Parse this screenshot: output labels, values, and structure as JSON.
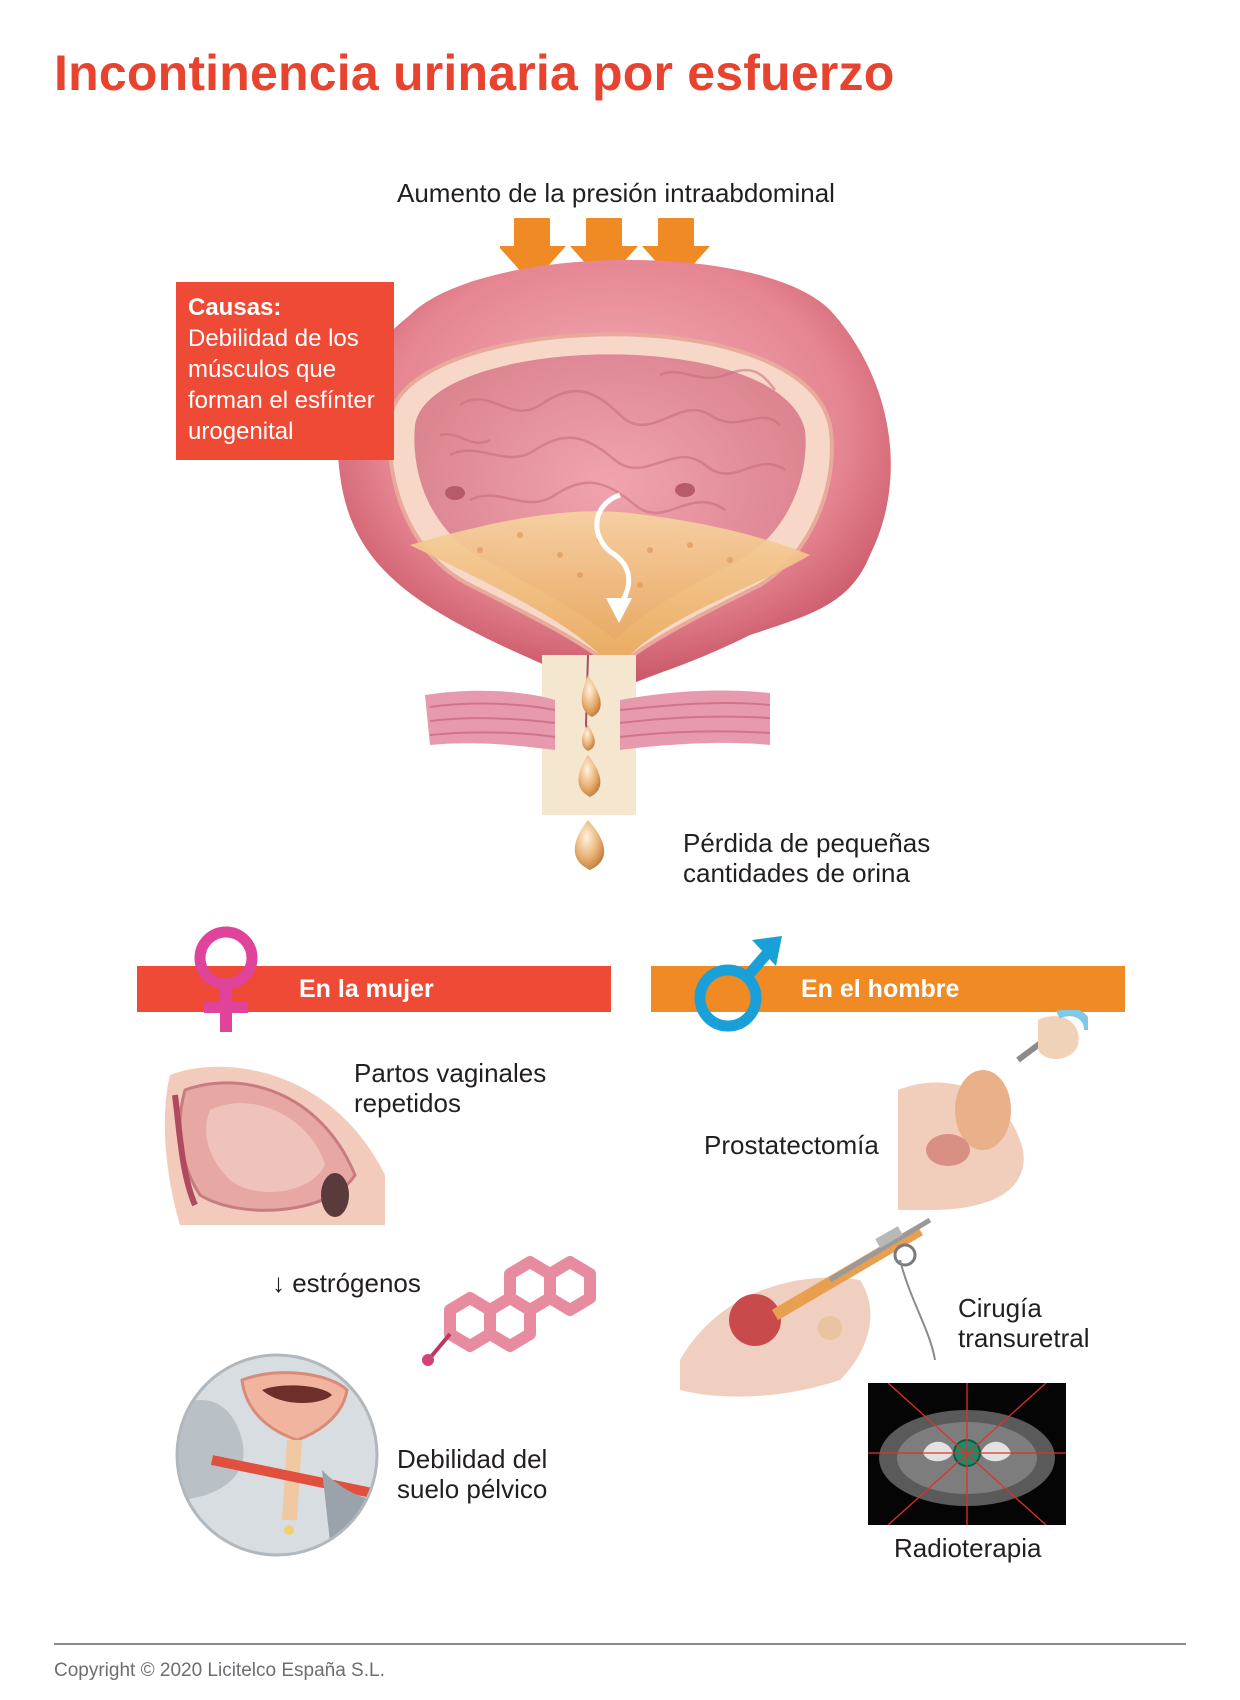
{
  "title": "Incontinencia urinaria por esfuerzo",
  "pressure_label": "Aumento de la presión intraabdominal",
  "causes": {
    "heading": "Causas:",
    "text": "Debilidad de los\nmúsculos que\nforman el esfínter\nurogenital"
  },
  "leak_label": "Pérdida de pequeñas\ncantidades de orina",
  "women": {
    "band_label": "En la mujer",
    "items": [
      "Partos vaginales\nrepetidos",
      "↓ estrógenos",
      "Debilidad del\nsuelo pélvico"
    ]
  },
  "men": {
    "band_label": "En el hombre",
    "items": [
      "Prostatectomía",
      "Cirugía\ntransuretral",
      "Radioterapia"
    ]
  },
  "copyright": "Copyright © 2020 Licitelco España S.L.",
  "colors": {
    "title": "#e8432f",
    "women_band": "#ee4a35",
    "men_band": "#ef8a25",
    "arrows": "#ef8a25",
    "female_symbol": "#e0449a",
    "male_symbol": "#1aa0d8"
  }
}
